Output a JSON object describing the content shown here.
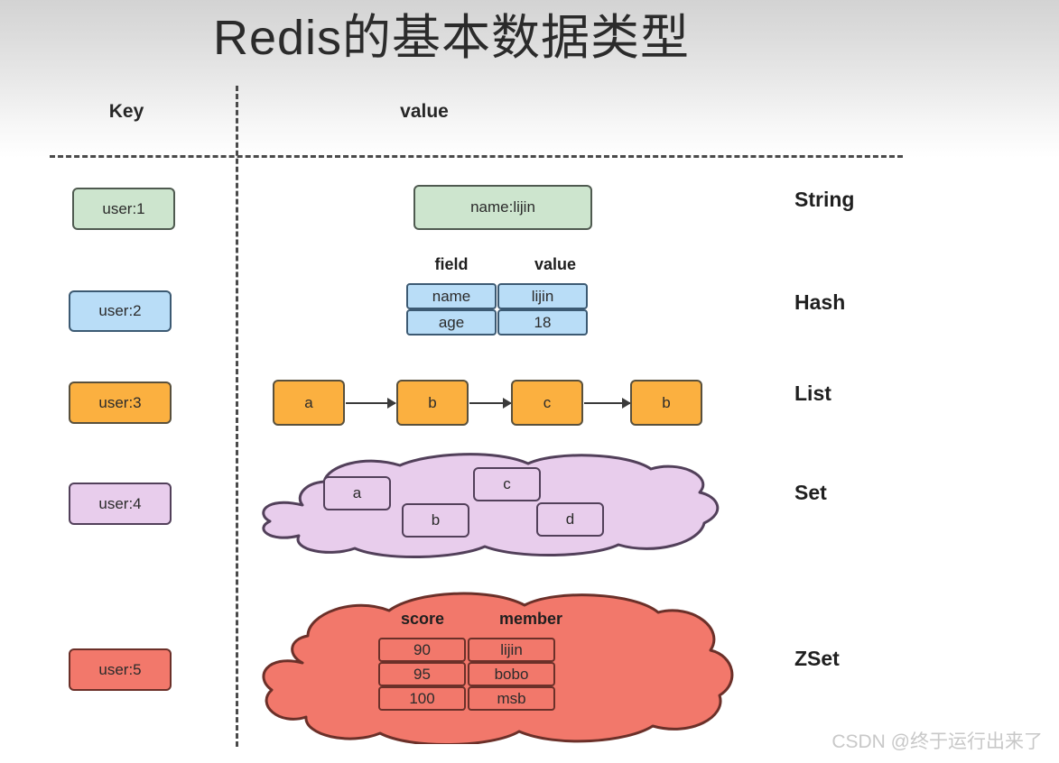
{
  "title": "Redis的基本数据类型",
  "headers": {
    "key": "Key",
    "value": "value"
  },
  "rows": [
    {
      "type_label": "String",
      "key": "user:1",
      "value_box": "name:lijin"
    },
    {
      "type_label": "Hash",
      "key": "user:2",
      "table_headers": {
        "field": "field",
        "value": "value"
      },
      "table_rows": [
        {
          "field": "name",
          "value": "lijin"
        },
        {
          "field": "age",
          "value": "18"
        }
      ]
    },
    {
      "type_label": "List",
      "key": "user:3",
      "nodes": [
        "a",
        "b",
        "c",
        "b"
      ]
    },
    {
      "type_label": "Set",
      "key": "user:4",
      "members": [
        "a",
        "b",
        "c",
        "d"
      ]
    },
    {
      "type_label": "ZSet",
      "key": "user:5",
      "table_headers": {
        "score": "score",
        "member": "member"
      },
      "table_rows": [
        {
          "score": "90",
          "member": "lijin"
        },
        {
          "score": "95",
          "member": "bobo"
        },
        {
          "score": "100",
          "member": "msb"
        }
      ]
    }
  ],
  "watermark": "CSDN @终于运行出来了",
  "colors": {
    "string": "#cde5ce",
    "hash": "#b9ddf7",
    "list": "#fbb040",
    "set": "#e8cdec",
    "zset": "#f2786b",
    "divider": "#4a4a4a",
    "text": "#2b2b2b"
  }
}
